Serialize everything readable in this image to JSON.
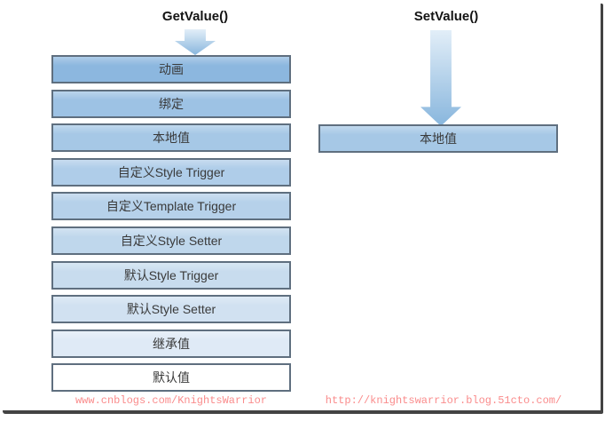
{
  "diagram": {
    "left_column": {
      "title": "GetValue()",
      "boxes": [
        {
          "label": "动画",
          "color": "#8cb7df"
        },
        {
          "label": "绑定",
          "color": "#9dc2e4"
        },
        {
          "label": "本地值",
          "color": "#a6c8e6"
        },
        {
          "label": "自定义Style Trigger",
          "color": "#afcde9"
        },
        {
          "label": "自定义Template Trigger",
          "color": "#b6d1ea"
        },
        {
          "label": "自定义Style Setter",
          "color": "#bfd7ec"
        },
        {
          "label": "默认Style Trigger",
          "color": "#c8dcee"
        },
        {
          "label": "默认Style Setter",
          "color": "#d1e1f1"
        },
        {
          "label": "继承值",
          "color": "#dfeaf6"
        },
        {
          "label": "默认值",
          "color": "#ffffff"
        }
      ]
    },
    "right_column": {
      "title": "SetValue()",
      "box": {
        "label": "本地值",
        "color": "#a6c8e6"
      }
    },
    "arrow_colors": {
      "top": "#e2eef8",
      "bottom": "#88b6dd"
    }
  },
  "footer": {
    "left_url": "www.cnblogs.com/KnightsWarrior",
    "right_url": "http://knightswarrior.blog.51cto.com/",
    "url_color": "#fa8c8c"
  },
  "frame": {
    "shadow_color": "#434343"
  }
}
